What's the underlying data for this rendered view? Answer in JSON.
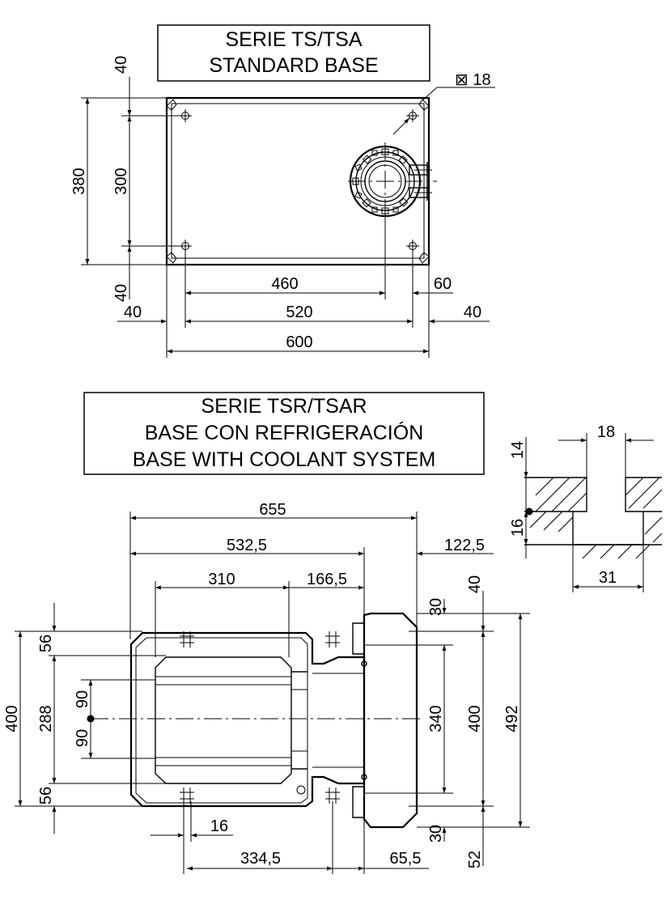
{
  "top_view": {
    "title_line1": "SERIE TS/TSA",
    "title_line2": "STANDARD BASE",
    "hole_label": "⊠ 18",
    "dims": {
      "left_top": "40",
      "height_total": "380",
      "height_holes": "300",
      "left_bottom": "40",
      "hole_span": "460",
      "right_offset": "60",
      "left_margin": "40",
      "mid_span": "520",
      "right_margin": "40",
      "width_total": "600"
    }
  },
  "bottom_view": {
    "title_line1": "SERIE TSR/TSAR",
    "title_line2": "BASE CON REFRIGERACIÓN",
    "title_line3": "BASE WITH COOLANT SYSTEM",
    "dims": {
      "total_width": "655",
      "base_width": "532,5",
      "extension": "122,5",
      "hole_span": "310",
      "hole_offset": "166,5",
      "top_margin": "40",
      "right_top": "30",
      "left_top": "56",
      "upper_half": "90",
      "lower_half": "90",
      "left_total": "400",
      "left_inner": "288",
      "left_bottom": "56",
      "right_inner": "340",
      "right_total": "400",
      "right_outer": "492",
      "right_bottom": "30",
      "bottom_margin": "52",
      "hole_dia": "16",
      "bottom_span": "334,5",
      "bottom_offset": "65,5"
    }
  },
  "section_detail": {
    "slot_width": "18",
    "top_depth": "14",
    "lower_depth": "16",
    "bottom_width": "31"
  }
}
